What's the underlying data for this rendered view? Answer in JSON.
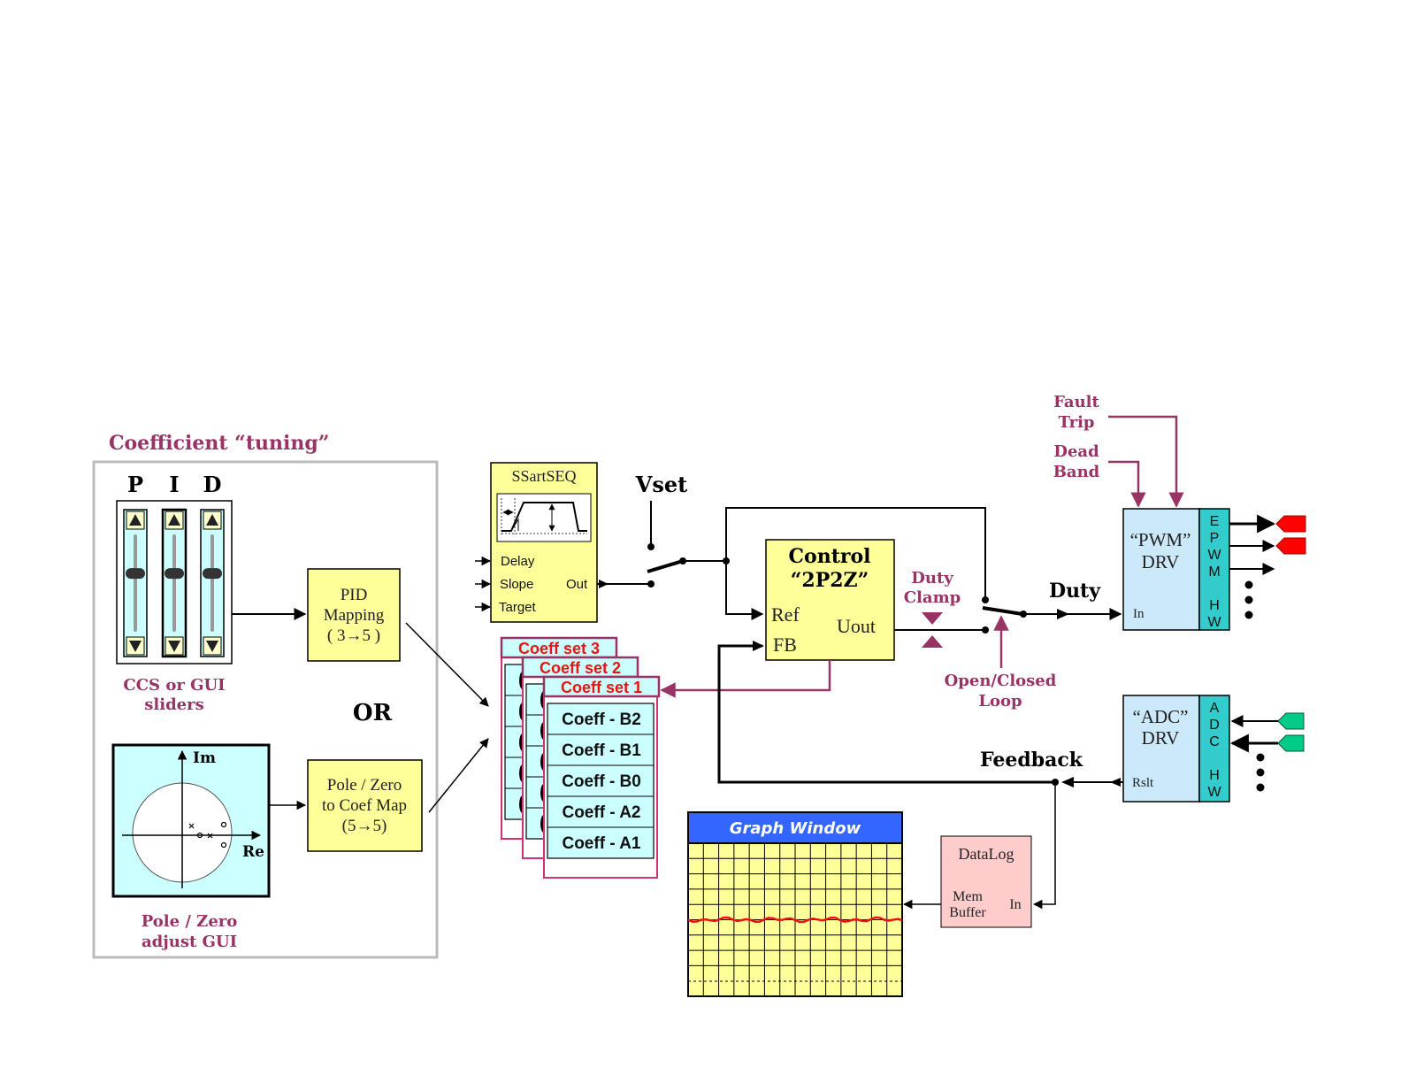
{
  "tuning": {
    "title": "Coefficient “tuning”",
    "pid_labels": [
      "P",
      "I",
      "D"
    ],
    "sliders_caption_line1": "CCS or GUI",
    "sliders_caption_line2": "sliders",
    "slider_levels": [
      0.5,
      0.5,
      0.5
    ],
    "or_label": "OR",
    "pid_mapping": {
      "line1": "PID",
      "line2": "Mapping",
      "line3": "( 3→5 )"
    },
    "pz_map": {
      "line1": "Pole / Zero",
      "line2": "to Coef Map",
      "line3": "(5→5)"
    },
    "pz_gui": {
      "im_label": "Im",
      "re_label": "Re",
      "caption_line1": "Pole / Zero",
      "caption_line2": "adjust GUI"
    }
  },
  "ssartseq": {
    "title": "SSartSEQ",
    "inputs": [
      "Delay",
      "Slope",
      "Target"
    ],
    "output": "Out"
  },
  "vset_label": "Vset",
  "coeff_sets": {
    "titles": [
      "Coeff set 3",
      "Coeff set 2",
      "Coeff set 1"
    ],
    "rows": [
      "Coeff - B2",
      "Coeff - B1",
      "Coeff - B0",
      "Coeff - A2",
      "Coeff - A1"
    ]
  },
  "control": {
    "title_line1": "Control",
    "title_line2": "“2P2Z”",
    "ref": "Ref",
    "fb": "FB",
    "uout": "Uout"
  },
  "duty_clamp": {
    "line1": "Duty",
    "line2": "Clamp"
  },
  "open_closed": {
    "line1": "Open/Closed",
    "line2": "Loop"
  },
  "duty_label": "Duty",
  "feedback_label": "Feedback",
  "fault_trip": {
    "line1": "Fault",
    "line2": "Trip"
  },
  "dead_band": {
    "line1": "Dead",
    "line2": "Band"
  },
  "pwm_drv": {
    "line1": "“PWM”",
    "line2": "DRV",
    "input": "In",
    "hw_letters": [
      "E",
      "P",
      "W",
      "M",
      "",
      "H",
      "W"
    ]
  },
  "adc_drv": {
    "line1": "“ADC”",
    "line2": "DRV",
    "output": "Rslt",
    "hw_letters": [
      "A",
      "D",
      "C",
      "",
      "H",
      "W"
    ]
  },
  "graph_window": {
    "title": "Graph Window"
  },
  "datalog": {
    "title": "DataLog",
    "mem_line1": "Mem",
    "mem_line2": "Buffer",
    "input": "In"
  },
  "colors": {
    "maroon": "#993366",
    "yellow_block": "#ffff99",
    "cyan_light": "#ccffff",
    "pwm_blue": "#cce9fa",
    "hw_teal": "#33cccc",
    "graph_blue": "#3366ff",
    "datalog_pink": "#ffcccc",
    "pin_red": "#ff0000",
    "pin_green": "#00cc88",
    "coeff_border": "#cc3377"
  }
}
